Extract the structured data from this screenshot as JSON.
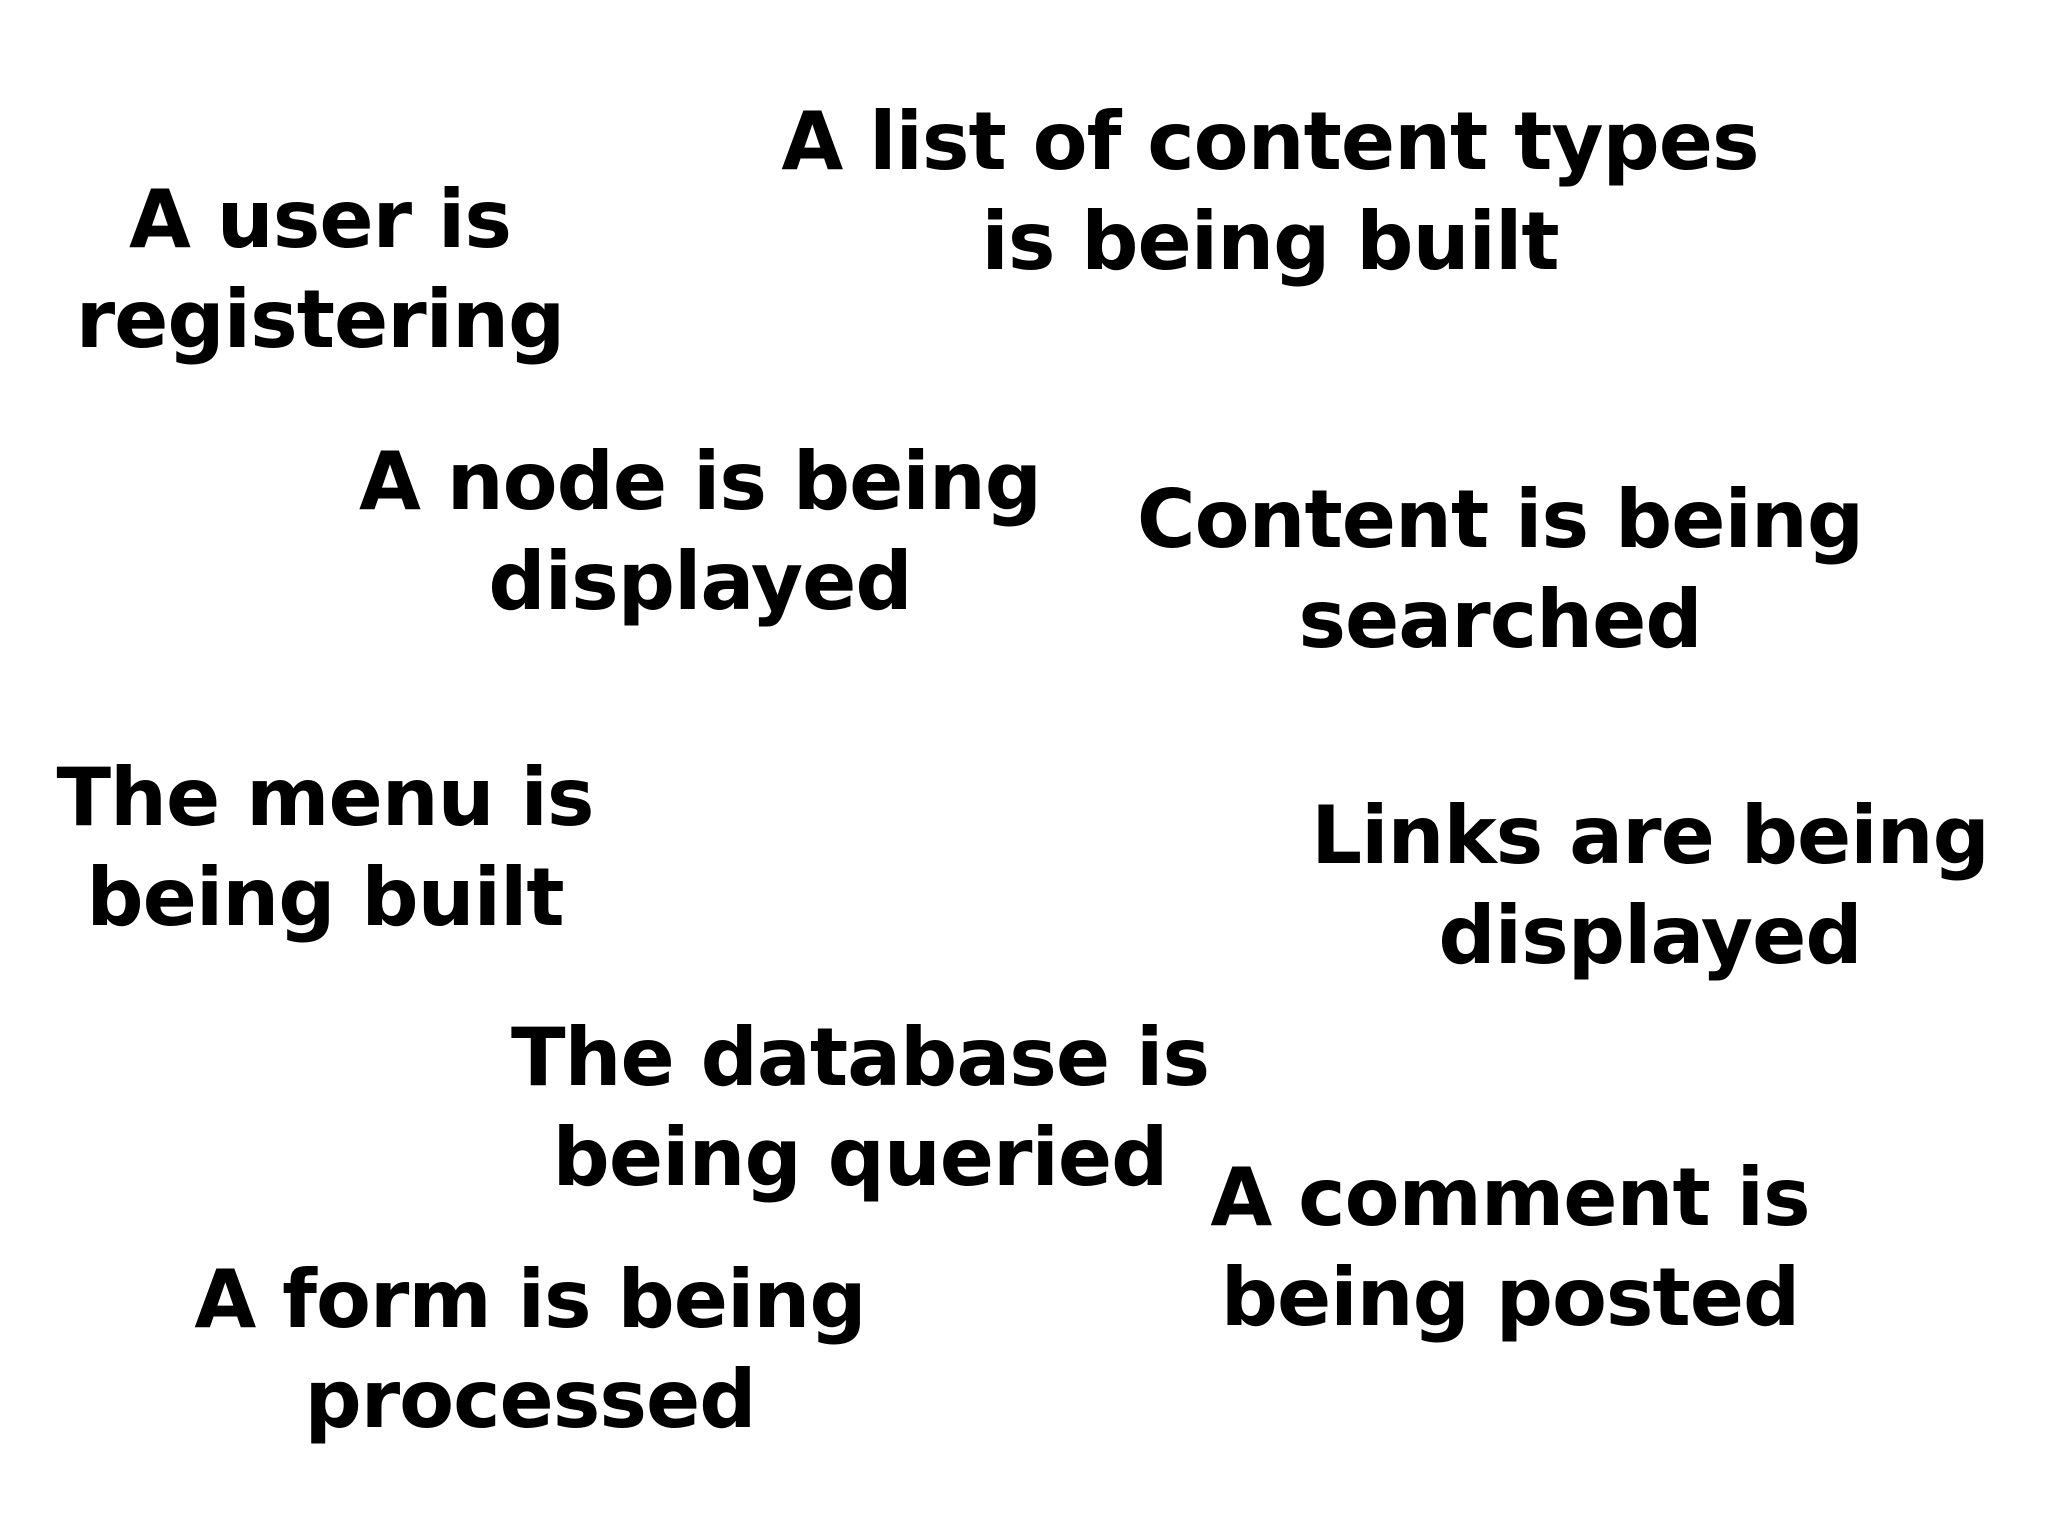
{
  "phrases": {
    "user": {
      "line1": "A user is",
      "line2": "registering"
    },
    "list": {
      "line1": "A list of content types",
      "line2": "is being built"
    },
    "node": {
      "line1": "A node is being",
      "line2": "displayed"
    },
    "content": {
      "line1": "Content is being",
      "line2": "searched"
    },
    "menu": {
      "line1": "The menu is",
      "line2": "being built"
    },
    "links": {
      "line1": "Links are being",
      "line2": "displayed"
    },
    "database": {
      "line1": "The database is",
      "line2": "being queried"
    },
    "comment": {
      "line1": "A comment is",
      "line2": "being posted"
    },
    "form": {
      "line1": "A form is being",
      "line2": "processed"
    }
  }
}
